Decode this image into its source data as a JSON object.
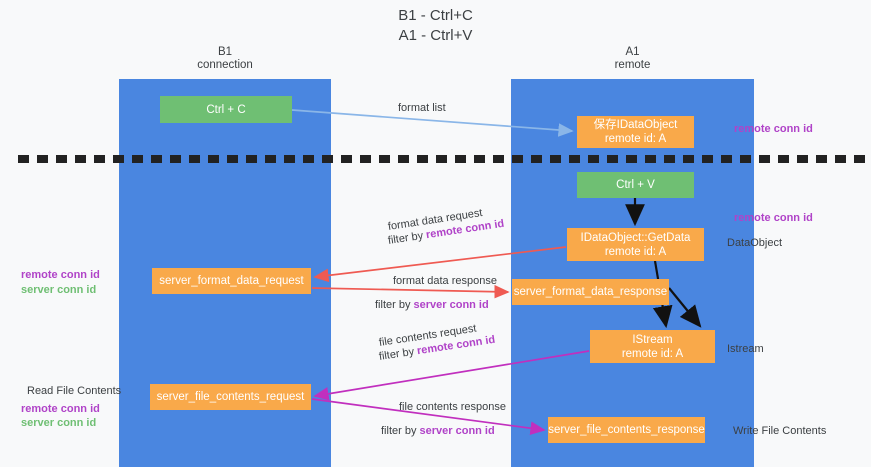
{
  "title": {
    "line1": "B1 - Ctrl+C",
    "line2": "A1 - Ctrl+V"
  },
  "columns": {
    "left": {
      "name": "B1",
      "role": "connection"
    },
    "right": {
      "name": "A1",
      "role": "remote"
    }
  },
  "nodes": {
    "ctrl_c": {
      "label": "Ctrl + C",
      "color": "#6fbf73"
    },
    "save_idataobject": {
      "label": "保存IDataObject",
      "sub": "remote id: A",
      "color": "#f9a94a"
    },
    "ctrl_v": {
      "label": "Ctrl + V",
      "color": "#6fbf73"
    },
    "getdata": {
      "label": "IDataObject::GetData",
      "sub": "remote id: A",
      "color": "#f9a94a"
    },
    "server_format_data_request": {
      "label": "server_format_data_request",
      "color": "#f9a94a"
    },
    "server_format_data_response": {
      "label": "server_format_data_response",
      "color": "#f9a94a"
    },
    "istream": {
      "label": "IStream",
      "sub": "remote id: A",
      "color": "#f9a94a"
    },
    "server_file_contents_request": {
      "label": "server_file_contents_request",
      "color": "#f9a94a"
    },
    "server_file_contents_response": {
      "label": "server_file_contents_response",
      "color": "#f9a94a"
    }
  },
  "edge_labels": {
    "format_list": "format list",
    "format_data_request": "format data request",
    "format_data_response": "format data response",
    "file_contents_request": "file contents request",
    "file_contents_response": "file contents response",
    "filter_by": "filter by ",
    "remote_conn_id": "remote conn id",
    "server_conn_id": "server conn id"
  },
  "annotations": {
    "right": [
      "remote conn id",
      "remote conn id",
      "DataObject",
      "Istream",
      "Write File Contents"
    ],
    "left": [
      "remote conn id",
      "server conn id",
      "Read File Contents",
      "remote conn id",
      "server conn id"
    ]
  },
  "colors": {
    "column": "#4a86e0",
    "green_node": "#6fbf73",
    "orange_node": "#f9a94a",
    "remote_conn_id": "#b043c8",
    "server_conn_id": "#6fbf73",
    "arrow_format_list": "#8ab6e8",
    "arrow_format_data": "#ef5a52",
    "arrow_file_contents": "#c12fbe",
    "arrow_flow": "#111111",
    "separator": "#222222",
    "background": "#f8f9fa"
  }
}
